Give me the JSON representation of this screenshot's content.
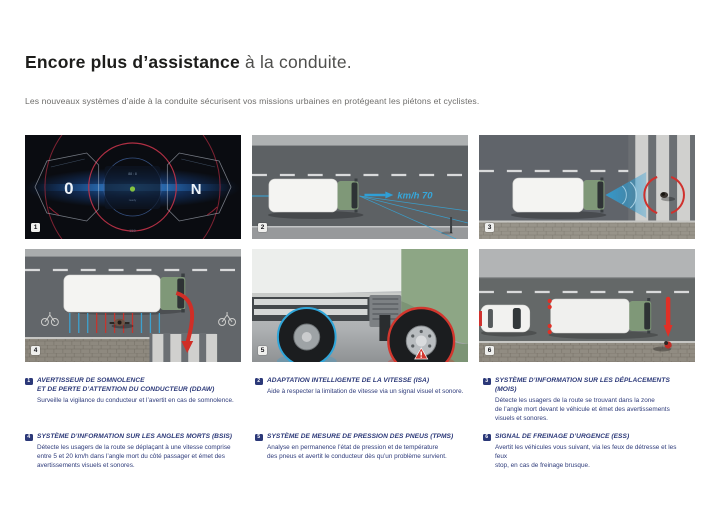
{
  "header": {
    "title_bold": "Encore plus d’assistance",
    "title_light": " à la conduite.",
    "subtitle": "Les nouveaux systèmes d’aide à la conduite sécurisent vos missions urbaines en protégeant les piétons et cyclistes."
  },
  "colors": {
    "navy": "#2b3878",
    "accent_blue": "#35a8dc",
    "alert_red": "#d8322a",
    "cab_green": "#7f9878"
  },
  "panels": [
    {
      "num": "1",
      "name": "digital-dashboard-drowsiness",
      "gauge_left": "0",
      "gauge_right": "N"
    },
    {
      "num": "2",
      "name": "intelligent-speed-adaptation",
      "speed_label": "km/h 70"
    },
    {
      "num": "3",
      "name": "front-blind-spot-pedestrian-detection"
    },
    {
      "num": "4",
      "name": "side-blind-spot-cyclist-detection"
    },
    {
      "num": "5",
      "name": "tyre-pressure-monitoring"
    },
    {
      "num": "6",
      "name": "emergency-stop-signal"
    }
  ],
  "features": [
    {
      "num": "1",
      "title": [
        "AVERTISSEUR DE SOMNOLENCE",
        "ET DE PERTE D’ATTENTION DU CONDUCTEUR (DDAW)"
      ],
      "desc": [
        "Surveille la vigilance du conducteur et l’avertit en cas de somnolence."
      ]
    },
    {
      "num": "2",
      "title": [
        "ADAPTATION INTELLIGENTE DE LA VITESSE (ISA)"
      ],
      "desc": [
        "Aide à respecter la limitation de vitesse via un signal visuel et sonore."
      ]
    },
    {
      "num": "3",
      "title": [
        "SYSTÈME D’INFORMATION SUR LES DÉPLACEMENTS (MOIS)"
      ],
      "desc": [
        "Détecte les usagers de la route se trouvant dans la zone",
        "de l’angle mort devant le véhicule et émet des avertissements",
        "visuels et sonores."
      ]
    },
    {
      "num": "4",
      "title": [
        "SYSTÈME D’INFORMATION SUR LES ANGLES MORTS (BSIS)"
      ],
      "desc": [
        "Détecte les usagers de la route se déplaçant à une vitesse comprise",
        "entre 5 et 20 km/h dans l’angle mort du côté passager et émet des",
        "avertissements visuels et sonores."
      ]
    },
    {
      "num": "5",
      "title": [
        "SYSTÈME DE MESURE DE PRESSION DES PNEUS (TPMS)"
      ],
      "desc": [
        "Analyse en permanence l’état de pression et de température",
        "des pneus et avertit le conducteur dès qu’un problème survient."
      ]
    },
    {
      "num": "6",
      "title": [
        "SIGNAL DE FREINAGE D’URGENCE (ESS)"
      ],
      "desc": [
        "Avertit les véhicules vous suivant, via les feux de détresse et les feux",
        "stop, en cas de freinage brusque."
      ]
    }
  ]
}
